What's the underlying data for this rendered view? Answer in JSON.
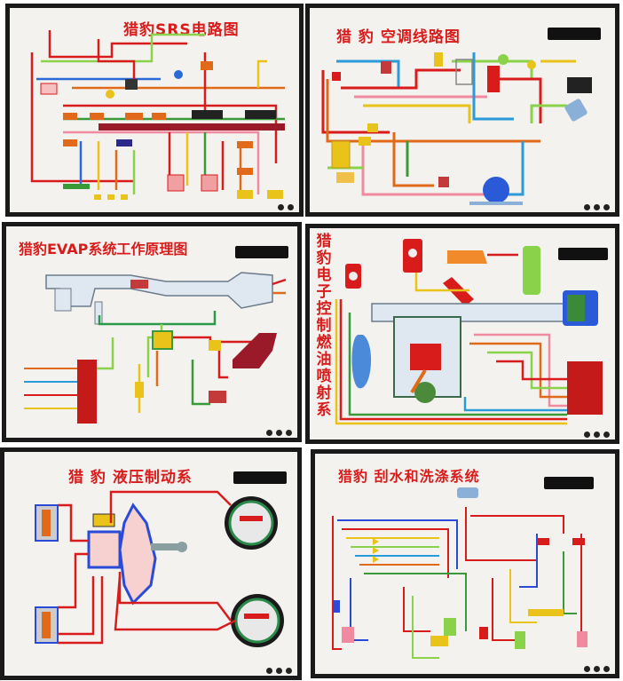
{
  "boards": [
    {
      "id": "srs",
      "title": "猎豹SRS电路图"
    },
    {
      "id": "ac",
      "title": "猎 豹 空调线路图"
    },
    {
      "id": "evap",
      "title": "猎豹EVAP系统工作原理图"
    },
    {
      "id": "efi",
      "title": "猎豹电子控制燃油喷射系"
    },
    {
      "id": "brake",
      "title": "猎 豹 液压制动系"
    },
    {
      "id": "wiper",
      "title": "猎豹 刮水和洗涤系统"
    }
  ]
}
